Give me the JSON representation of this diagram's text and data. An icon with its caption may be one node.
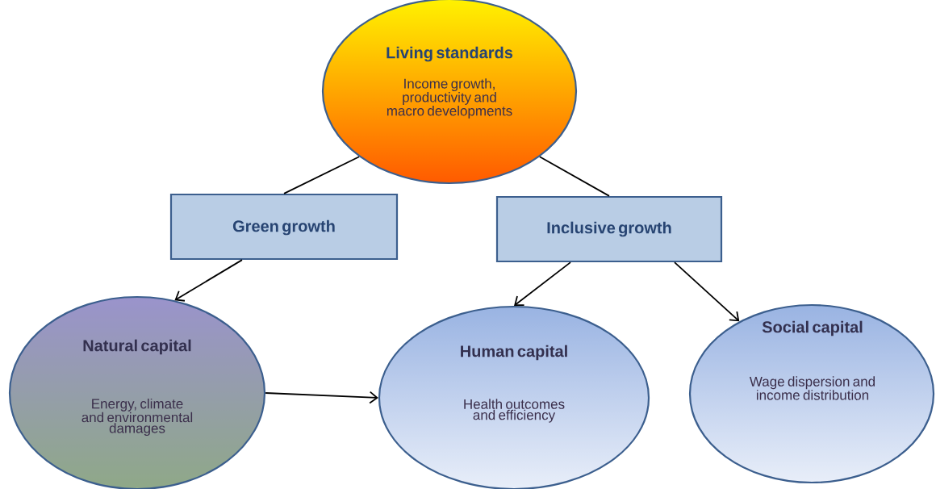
{
  "diagram": {
    "nodes": [
      {
        "text": [
          "Living standards",
          "Income growth, productivity and macro developments"
        ]
      },
      {
        "text": [
          "Green growth"
        ]
      },
      {
        "text": [
          "Inclusive growth"
        ]
      },
      {
        "text": [
          "Natural capital",
          "Energy, climate and environmental damages"
        ]
      },
      {
        "text": [
          "Human capital",
          "Health outcomes and efficiency"
        ]
      },
      {
        "text": [
          "Social capital",
          "Wage dispersion and income distribution"
        ]
      }
    ],
    "edges": [
      {
        "from": 0,
        "to": 1,
        "arrow": "none"
      },
      {
        "from": 0,
        "to": 2,
        "arrow": "none"
      },
      {
        "from": 1,
        "to": 3,
        "arrow": "to"
      },
      {
        "from": 2,
        "to": 4,
        "arrow": "to"
      },
      {
        "from": 2,
        "to": 5,
        "arrow": "to"
      },
      {
        "from": 3,
        "to": 4,
        "arrow": "to"
      }
    ]
  }
}
